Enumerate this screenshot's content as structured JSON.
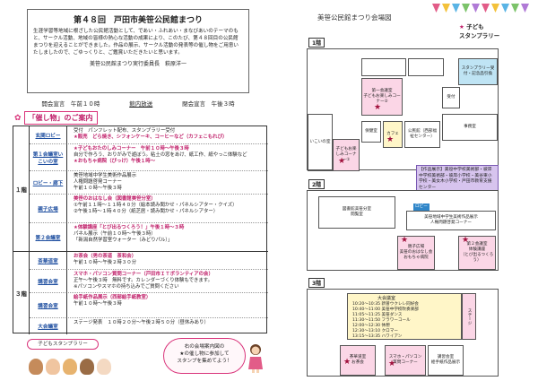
{
  "header": {
    "title": "第４８回　戸田市美笹公民館まつり",
    "body": "生涯学習等地域に根ざした公民館活動として、であい・ふれあい・まなびあいのテーマのもと、サークル活動、地域の皆様の熱心な活動の成果により、このたび、第４８回目の公民館まつりを迎えることができました。作品の展示、サークル活動の発表等の催し物をご用意いたしましたので、ごゆっくりと、ご鑑賞いただきたいと思います。",
    "signature": "美笹公民館まつり実行委員長　萩原洋一"
  },
  "times": {
    "open": "開会宣言　午前１０時",
    "broadcast": "館内放送",
    "close": "閉会宣言　午後３時"
  },
  "program_heading": "「催し物」のご案内",
  "program": [
    {
      "floor": "１階",
      "rooms": [
        {
          "room": "玄関ロビー",
          "items": [
            "受付　パンフレット配布、スタンプラリー受付",
            "★販売　どら焼き、シフォンケーキ、コーヒーなど（カフェこもれび）"
          ]
        },
        {
          "room": "第１会議室いこいの室",
          "items": [
            "★子どもおたのしみコーナー　午前１０時〜午後３時",
            "自分で作ろう、おりがみで遊ぼう。粘土の窓をあけ、紙工作、紙やっこ体験など",
            "★おもちゃ病院（ぴっけ）午後１時〜"
          ]
        },
        {
          "room": "ロビー・廊下",
          "items": [
            "美笹地域中学生美術作品展示",
            "人権問題啓発コーナー",
            "午前１０時〜午後３時"
          ]
        },
        {
          "room": "親子広場",
          "items": [
            "美笹のおはなし会（図書館美笹分室）",
            "①午前１１時〜１１時４０分（絵本読み聞かせ・パネルシアター・クイズ）",
            "②午後１時〜１時４０分（紙芝居・読み聞かせ・パネルシアター）"
          ]
        },
        {
          "room": "第２会議室",
          "items": [
            "★体験講座「とび出るつくろう！」午後１時〜３時",
            "パネル展示（午前１０時〜午後３時）",
            "「新潟自然学習室ウォーター（みどりパル）」"
          ]
        }
      ]
    },
    {
      "floor": "３階",
      "rooms": [
        {
          "room": "茶華道室",
          "items": [
            "お茶会（男の茶道　茶和会）",
            "午前１０時〜午後２時３０分"
          ]
        },
        {
          "room": "講習会室",
          "items": [
            "スマホ・パソコン質問コーナー（戸田市ＩＴボランティアの会）",
            "正午〜午後３時　無料です。カレンダーづくり体験もできます。",
            "※パソコンやスマホの持ち込みでご質問ください"
          ]
        },
        {
          "room": "講習会室",
          "items": [
            "絵手紙作品展示（西部絵手紙教室）",
            "午前１０時〜午後３時"
          ]
        },
        {
          "room": "大会議室",
          "items": [
            "ステージ発表　１０時２０分〜午後２時５０分（昼休みあり）"
          ]
        }
      ]
    }
  ],
  "stamp_rally_badge": "子どもスタンプラリー",
  "bubble": {
    "line1": "右の会場案内図の",
    "line2": "★の催し物に参加して",
    "line3": "スタンプを集めてよう！"
  },
  "map": {
    "title": "美笹公民館まつり会場図",
    "kids_stamp": "子ども\nスタンプラリー",
    "floor1": "1階",
    "floor2": "2階",
    "floor3": "3階",
    "stamp_location": "スタンプラリー受付・記念品引換",
    "reception": "受付",
    "rooms1": {
      "first_meeting": "第一会議室\n子どもお楽しみコーナー②",
      "ikoi": "いこいの室",
      "kids_corner": "子どもお楽しみコーナー①",
      "health": "保健室",
      "cafe": "カフェ",
      "hall": "公民館（西部福祉センター）",
      "office": "事務室"
    },
    "art_card": "【作品展示】美笹中学校美術部・彼岸中学校美術部・彼岸小学校・美谷東小学校・美女木小学校・戸田市教育支援センター\n午前10時〜",
    "rooms2": {
      "library": "図書館美笹分室\n閲覧室",
      "lobby": "ロビー",
      "corridor": "美笹地域中学生美術作品展示\n人権問題啓発コーナー",
      "oyako": "親子広場\n美笹のおはなし会\nおもちゃ病院",
      "second_meeting": "第２会議室\n体験講座\n（とび出るつくろう）"
    },
    "stage_list": [
      "10:20〜10:35 新曽ウクレレ同好会",
      "10:40〜11:00 美笹中学校吹奏楽部",
      "11:05〜11:25 美笹ダンス",
      "11:30〜11:50 フラワーコール",
      "12:00〜12:30 休憩",
      "12:30〜13:10 クロマー",
      "13:15〜13:35 ハワイアン",
      "13:40〜14:00 レアアロハ",
      "14:05〜14:50 さくらっこ"
    ],
    "rooms3": {
      "big_room": "大会議室",
      "stage": "ステージ",
      "tea": "茶華道室\nお茶会",
      "pc": "スマホ・パソコン\n質問コーナー",
      "letter": "講習会室\n絵手紙作品展示"
    }
  },
  "colors": {
    "accent": "#d9337a",
    "room_blue": "#1f4fa0",
    "map_pink": "#fbd6e6",
    "map_purple": "#d7c4ee"
  }
}
